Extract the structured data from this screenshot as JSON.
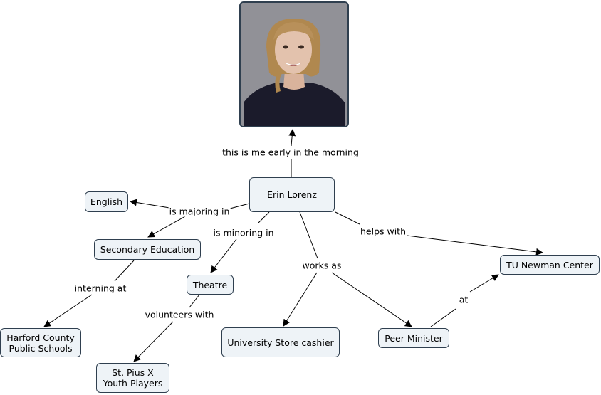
{
  "nodes": {
    "erin": "Erin Lorenz",
    "english": "English",
    "secondary_education": "Secondary Education",
    "theatre": "Theatre",
    "harford": "Harford County\nPublic Schools",
    "st_pius": "St. Pius X\nYouth Players",
    "university_store": "University Store cashier",
    "peer_minister": "Peer Minister",
    "tu_newman": "TU Newman Center"
  },
  "links": {
    "early_morning": "this is me early in the morning",
    "majoring": "is majoring in",
    "minoring": "is minoring in",
    "helps_with": "helps with",
    "interning": "interning at",
    "volunteers": "volunteers with",
    "works_as": "works as",
    "at": "at"
  },
  "photo": {
    "description_icon": "portrait-photo",
    "background": "#8a8a8f",
    "shirt": "#1a1a2a"
  }
}
